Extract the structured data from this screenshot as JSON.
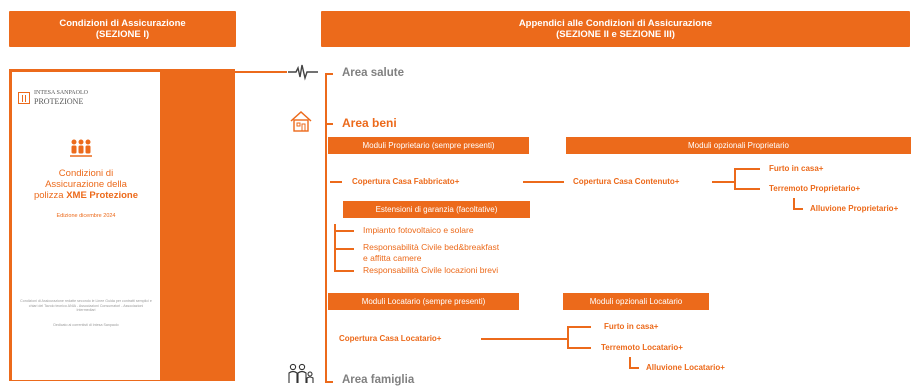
{
  "banners": {
    "left": {
      "line1": "Condizioni di Assicurazione",
      "line2": "(SEZIONE I)"
    },
    "right": {
      "line1": "Appendici alle Condizioni di Assicurazione",
      "line2": "(SEZIONE II e SEZIONE III)"
    }
  },
  "cover": {
    "logo_line1": "INTESA SANPAOLO",
    "logo_line2": "PROTEZIONE",
    "title_line1": "Condizioni di",
    "title_line2": "Assicurazione della",
    "title_line3_prefix": "polizza ",
    "title_line3_bold": "XME Protezione",
    "edition": "Edizione dicembre 2024",
    "footnote": "Condizioni di Assicurazione redatte secondo le Linee Guida per contratti semplici e chiari del Tavolo tecnico ANIA - Associazioni Consumatori - Associazioni Intermediari",
    "footnote2": "Dedicato ai correntisti di Intesa Sanpaolo"
  },
  "areas": {
    "salute": "Area salute",
    "beni": "Area beni",
    "famiglia": "Area famiglia"
  },
  "proprietario": {
    "modules_title": "Moduli Proprietario (sempre presenti)",
    "optional_title": "Moduli opzionali Proprietario",
    "fabbricato": "Copertura Casa Fabbricato+",
    "contenuto": "Copertura Casa Contenuto+",
    "furto": "Furto in casa+",
    "terremoto": "Terremoto Proprietario+",
    "alluvione": "Alluvione Proprietario+",
    "estensioni_title": "Estensioni di garanzia (facoltative)",
    "estensioni": [
      "Impianto fotovoltaico e solare",
      "Responsabilità Civile bed&breakfast",
      "e affitta camere",
      "Responsabilità Civile locazioni brevi"
    ]
  },
  "locatario": {
    "modules_title": "Moduli  Locatario (sempre presenti)",
    "optional_title": "Moduli opzionali Locatario",
    "copertura": "Copertura Casa Locatario+",
    "furto": "Furto in casa+",
    "terremoto": "Terremoto Locatario+",
    "alluvione": "Alluvione Locatario+"
  },
  "colors": {
    "accent": "#ec6a1b",
    "gray_text": "#808080"
  },
  "icons": [
    "heartbeat-icon",
    "house-icon",
    "people-icon",
    "family-icon"
  ]
}
